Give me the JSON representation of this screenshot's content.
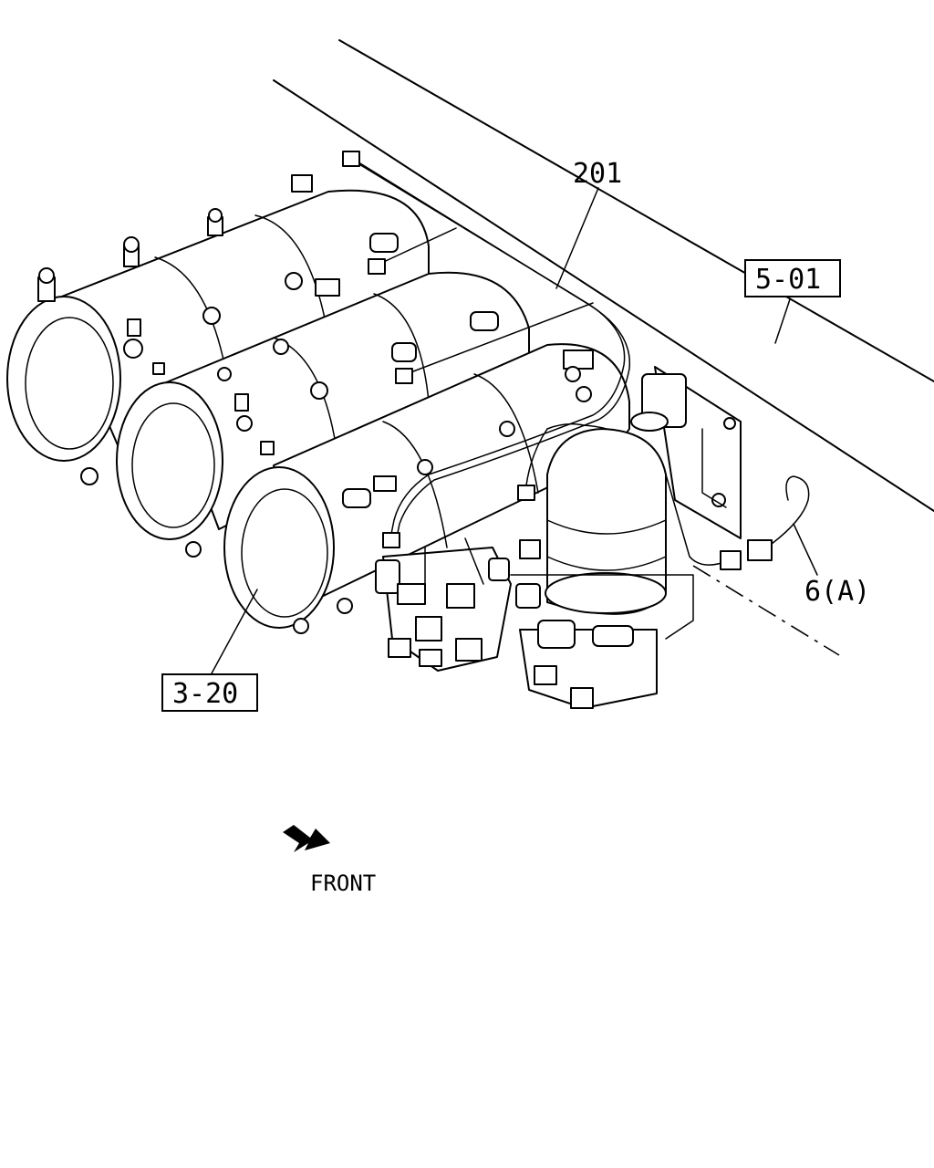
{
  "callouts": {
    "harness": "201",
    "frame_ref": "5-01",
    "tank_ref": "3-20",
    "connector": "6(A)"
  },
  "orientation": {
    "label": "FRONT",
    "icon": "front-arrow-icon"
  }
}
